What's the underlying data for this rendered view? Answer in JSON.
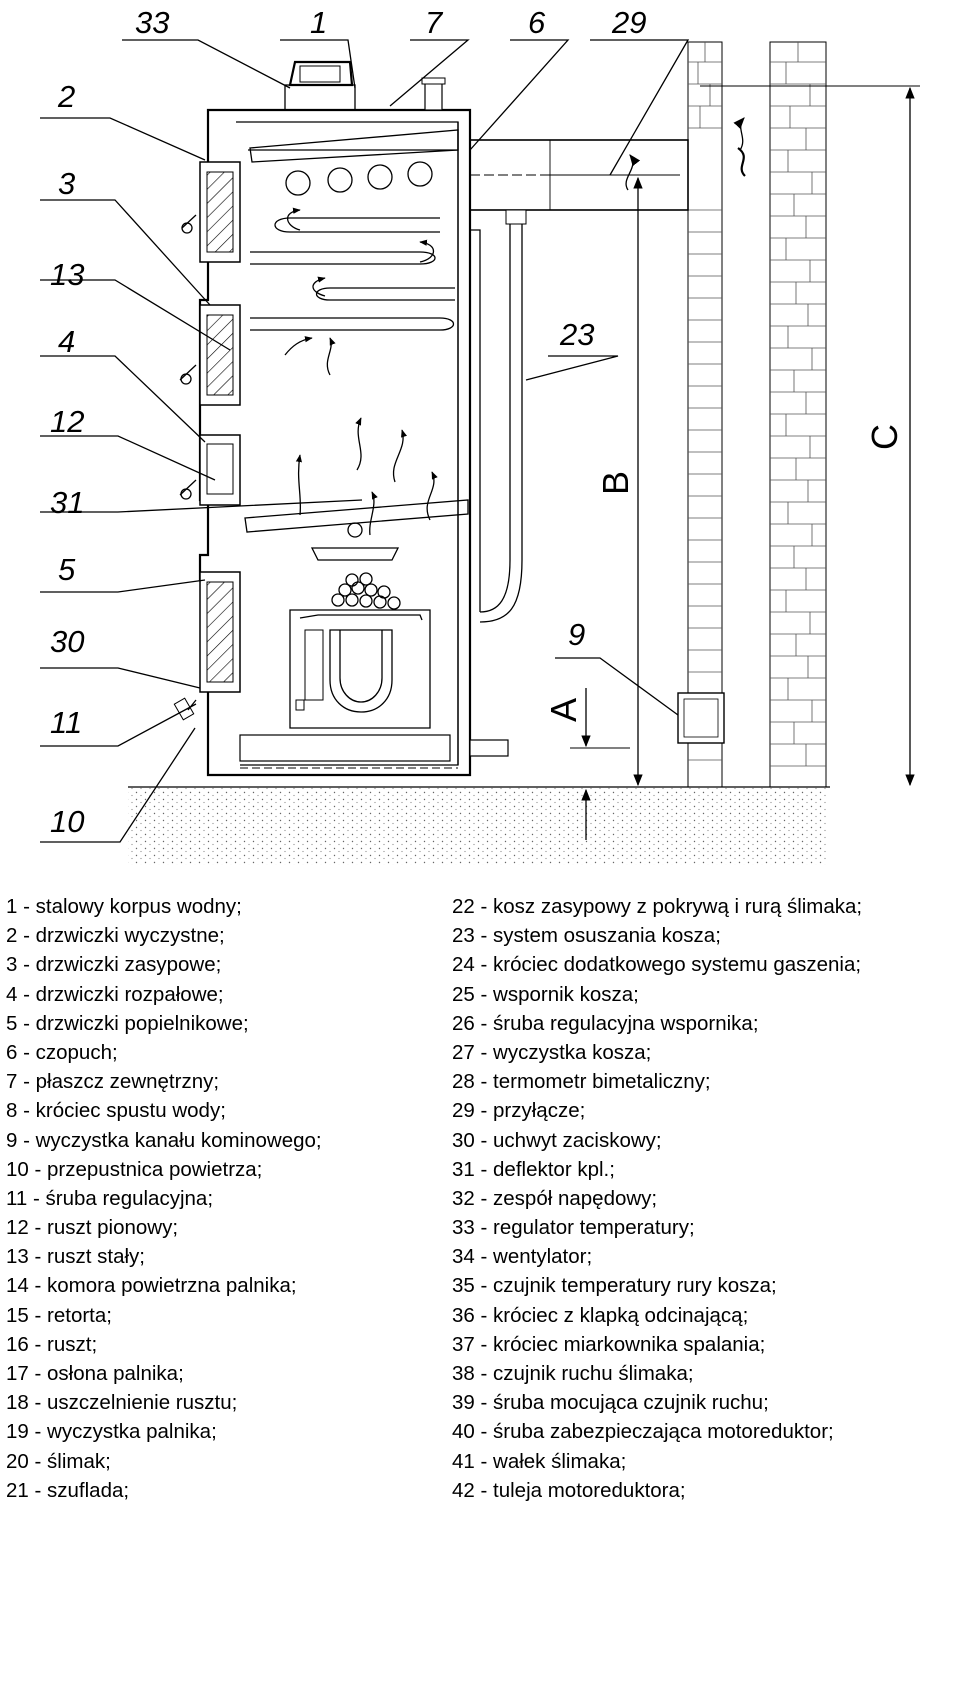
{
  "callouts_left": [
    "2",
    "3",
    "13",
    "4",
    "12",
    "31",
    "5",
    "30",
    "11",
    "10"
  ],
  "callouts_top": [
    "33",
    "1",
    "7",
    "6",
    "29"
  ],
  "callouts_right": [
    "23",
    "9"
  ],
  "dimensions": [
    "A",
    "B",
    "C"
  ],
  "legend_left": [
    "1 - stalowy korpus wodny;",
    "2 - drzwiczki wyczystne;",
    "3 - drzwiczki zasypowe;",
    "4 - drzwiczki rozpałowe;",
    "5 - drzwiczki popielnikowe;",
    "6 - czopuch;",
    "7 - płaszcz zewnętrzny;",
    "8 - króciec spustu wody;",
    "9 - wyczystka kanału kominowego;",
    "10 - przepustnica powietrza;",
    "11 - śruba regulacyjna;",
    "12 - ruszt pionowy;",
    "13 - ruszt stały;",
    "14 - komora powietrzna palnika;",
    "15 - retorta;",
    "16 - ruszt;",
    "17 - osłona palnika;",
    "18 - uszczelnienie rusztu;",
    "19 - wyczystka palnika;",
    "20 - ślimak;",
    "21 - szuflada;"
  ],
  "legend_right": [
    "22 - kosz zasypowy z pokrywą i rurą ślimaka;",
    "23 - system osuszania kosza;",
    "24 - króciec dodatkowego systemu gaszenia;",
    "25 - wspornik kosza;",
    "26 - śruba regulacyjna wspornika;",
    "27 - wyczystka kosza;",
    "28 - termometr bimetaliczny;",
    "29 - przyłącze;",
    "30 - uchwyt zaciskowy;",
    "31 - deflektor kpl.;",
    "32 - zespół napędowy;",
    "33 - regulator temperatury;",
    "34 - wentylator;",
    "35 - czujnik temperatury rury kosza;",
    "36 - króciec z klapką odcinającą;",
    "37 - króciec miarkownika spalania;",
    "38 - czujnik ruchu ślimaka;",
    "39 - śruba mocująca czujnik ruchu;",
    "40 - śruba zabezpieczająca motoreduktor;",
    "41 - wałek ślimaka;",
    "42 - tuleja motoreduktora;"
  ]
}
